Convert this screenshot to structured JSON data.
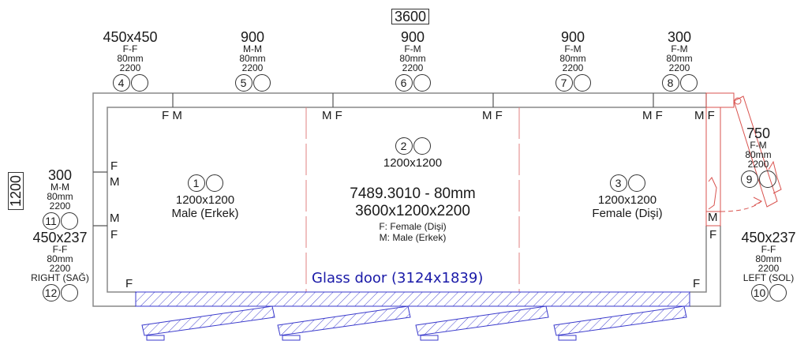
{
  "overall": {
    "width_label": "3600",
    "depth_label": "1200"
  },
  "panels_top": [
    {
      "id": "4",
      "size": "450x450",
      "type": "F-F",
      "thickness": "80mm",
      "height": "2200"
    },
    {
      "id": "5",
      "size": "900",
      "type": "M-M",
      "thickness": "80mm",
      "height": "2200"
    },
    {
      "id": "6",
      "size": "900",
      "type": "F-M",
      "thickness": "80mm",
      "height": "2200"
    },
    {
      "id": "7",
      "size": "900",
      "type": "F-M",
      "thickness": "80mm",
      "height": "2200"
    },
    {
      "id": "8",
      "size": "300",
      "type": "F-M",
      "thickness": "80mm",
      "height": "2200"
    }
  ],
  "panels_left": [
    {
      "id": "11",
      "size": "300",
      "type": "M-M",
      "thickness": "80mm",
      "height": "2200"
    },
    {
      "id": "12",
      "size": "450x237",
      "type": "F-F",
      "thickness": "80mm",
      "height": "2200",
      "side": "RIGHT (SAĞ)"
    }
  ],
  "panels_right": [
    {
      "id": "9",
      "size": "750",
      "type": "F-M",
      "thickness": "80mm",
      "height": "2200"
    },
    {
      "id": "10",
      "size": "450x237",
      "type": "F-F",
      "thickness": "80mm",
      "height": "2200",
      "side": "LEFT (SOL)"
    }
  ],
  "floor_panels": [
    {
      "id": "1",
      "size": "1200x1200",
      "gender": "Male (Erkek)"
    },
    {
      "id": "2",
      "size": "1200x1200"
    },
    {
      "id": "3",
      "size": "1200x1200",
      "gender": "Female (Dişi)"
    }
  ],
  "product": {
    "code": "7489.3010 - 80mm",
    "dimensions": "3600x1200x2200",
    "legend_f": "F: Female (Dişi)",
    "legend_m": "M: Male (Erkek)"
  },
  "glass_door": "Glass door (3124x1839)",
  "joint_marks": {
    "top": [
      "F M",
      "M F",
      "M F",
      "M F",
      "M F"
    ],
    "left": [
      "F",
      "M",
      "M",
      "F"
    ],
    "right": [
      "M",
      "F"
    ],
    "bottom": [
      "F",
      "F"
    ]
  },
  "colors": {
    "wall": "#888888",
    "door_red": "#d9534f",
    "glass_blue": "#3a3acc",
    "glass_text": "#1a1aa8"
  }
}
